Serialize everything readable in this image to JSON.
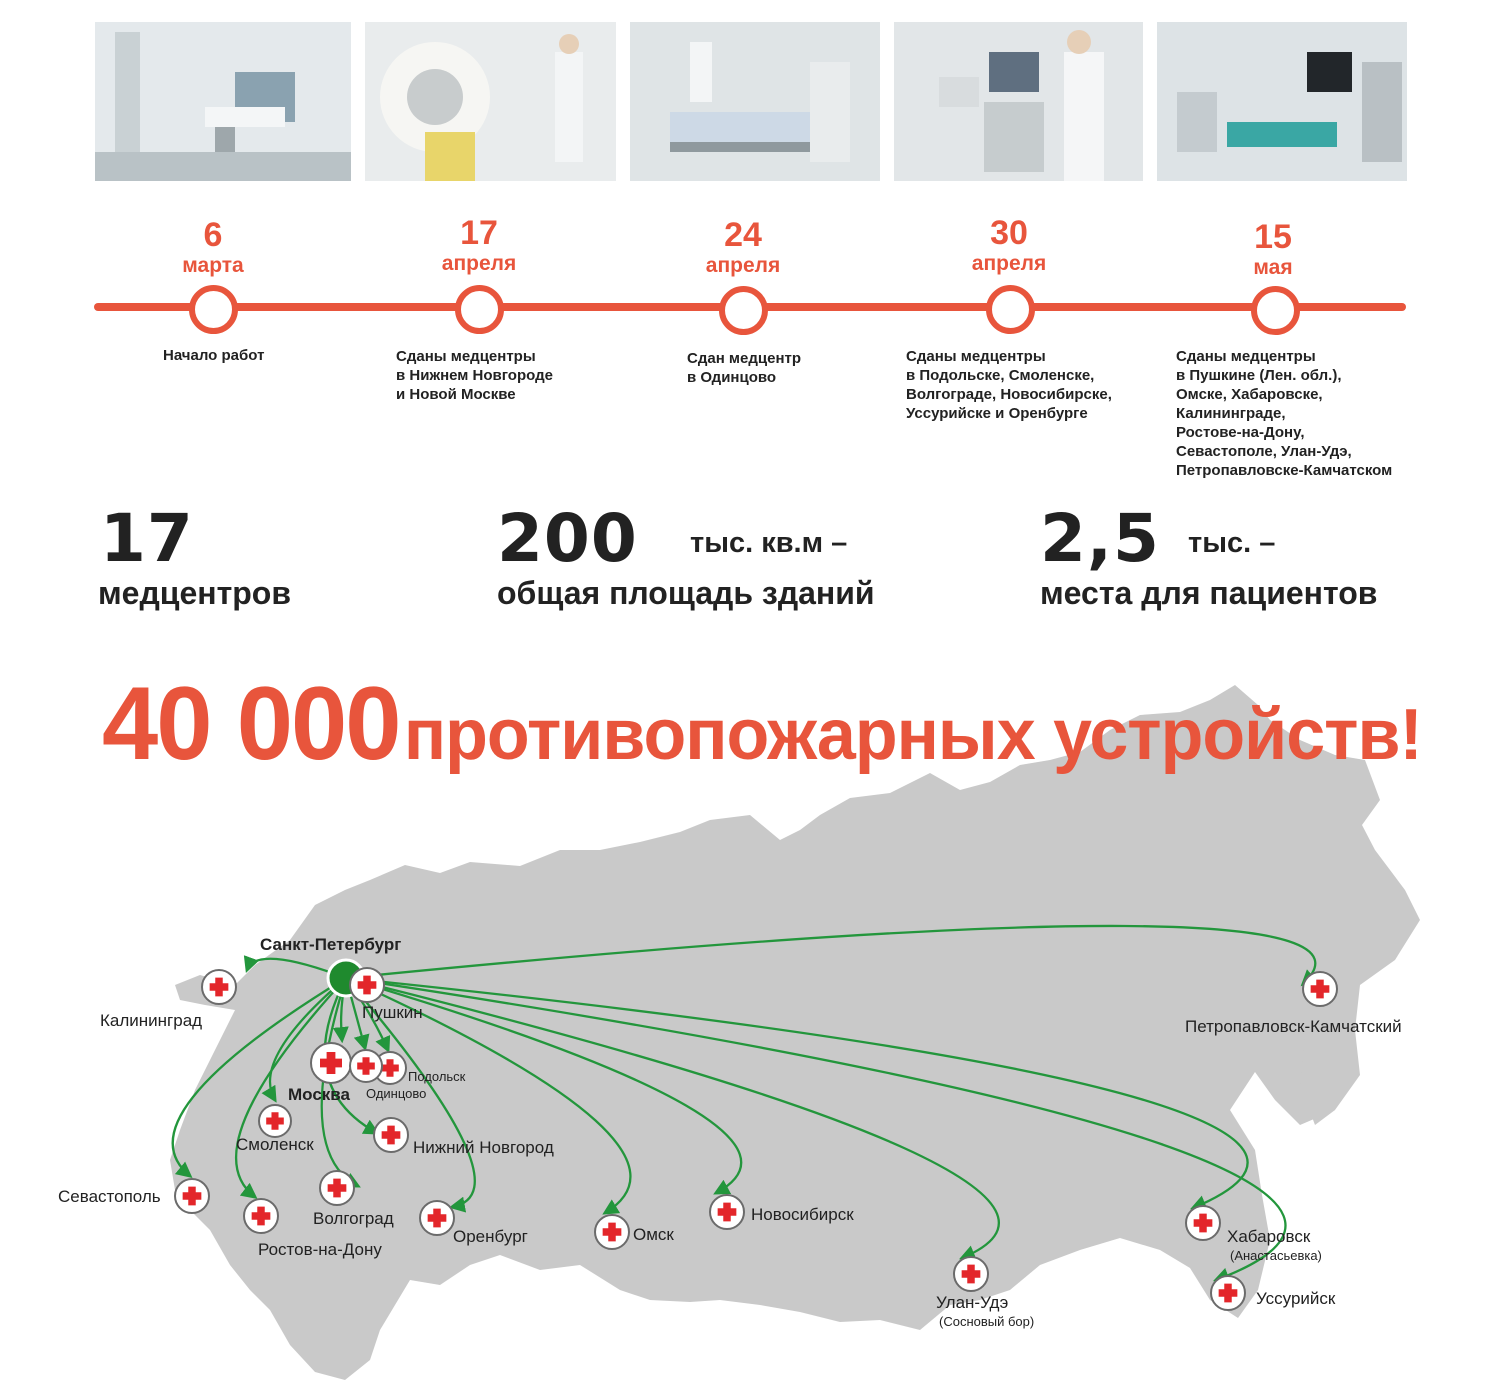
{
  "colors": {
    "accent": "#e8553c",
    "route": "#23963c",
    "hub": "#1f8a2e",
    "map": "#c9c9c9",
    "cross": "#e3262a"
  },
  "timeline": [
    {
      "day": "6",
      "month": "марта",
      "description": "Начало работ"
    },
    {
      "day": "17",
      "month": "апреля",
      "description": "Сданы медцентры\nв Нижнем Новгороде\nи Новой Москве"
    },
    {
      "day": "24",
      "month": "апреля",
      "description": "Сдан медцентр\nв Одинцово"
    },
    {
      "day": "30",
      "month": "апреля",
      "description": "Сданы медцентры\nв Подольске, Смоленске,\nВолгограде, Новосибирске,\nУссурийске и Оренбурге"
    },
    {
      "day": "15",
      "month": "мая",
      "description": "Сданы медцентры\nв Пушкине (Лен. обл.),\nОмске, Хабаровске,\nКалининграде,\nРостове-на-Дону,\nСевастополе, Улан-Удэ,\nПетропавловске-Камчатском"
    }
  ],
  "stats": [
    {
      "number": "17",
      "unit": "",
      "label": "медцентров"
    },
    {
      "number": "200",
      "unit": "тыс. кв.м –",
      "label": "общая площадь зданий"
    },
    {
      "number": "2,5",
      "unit": "тыс. –",
      "label": "места для пациентов"
    }
  ],
  "headline": {
    "number": "40 000",
    "text": "противопожарных устройств!"
  },
  "map": {
    "hub": "Санкт-Петербург",
    "cities": [
      {
        "name": "Калининград",
        "sub": ""
      },
      {
        "name": "Пушкин",
        "sub": ""
      },
      {
        "name": "Москва",
        "sub": ""
      },
      {
        "name": "Подольск",
        "sub": ""
      },
      {
        "name": "Одинцово",
        "sub": ""
      },
      {
        "name": "Смоленск",
        "sub": ""
      },
      {
        "name": "Нижний Новгород",
        "sub": ""
      },
      {
        "name": "Севастополь",
        "sub": ""
      },
      {
        "name": "Волгоград",
        "sub": ""
      },
      {
        "name": "Ростов-на-Дону",
        "sub": ""
      },
      {
        "name": "Оренбург",
        "sub": ""
      },
      {
        "name": "Омск",
        "sub": ""
      },
      {
        "name": "Новосибирск",
        "sub": ""
      },
      {
        "name": "Улан-Удэ",
        "sub": "(Сосновый бор)"
      },
      {
        "name": "Хабаровск",
        "sub": "(Анастасьевка)"
      },
      {
        "name": "Уссурийск",
        "sub": ""
      },
      {
        "name": "Петропавловск-Камчатский",
        "sub": ""
      }
    ]
  }
}
